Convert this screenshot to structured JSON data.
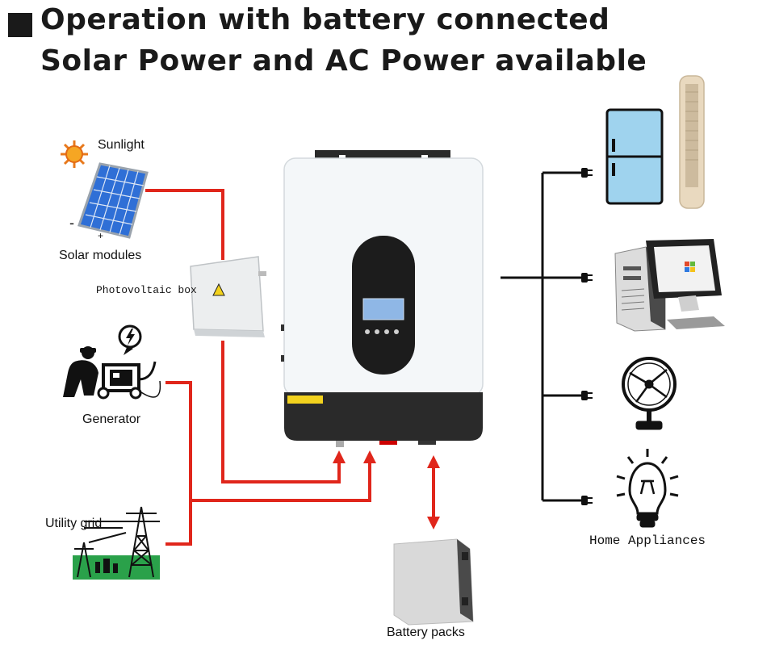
{
  "title": {
    "line1": "Operation with battery connected",
    "line2": "Solar Power and AC Power available"
  },
  "labels": {
    "sunlight": "Sunlight",
    "solar_modules": "Solar modules",
    "minus": "-",
    "plus": "+",
    "pv_box": "Photovoltaic box",
    "generator": "Generator",
    "utility_grid": "Utility grid",
    "battery_packs": "Battery packs",
    "home_appliances": "Home Appliances"
  },
  "colors": {
    "ac_line": "#e0261b",
    "load_line": "#111111",
    "inverter_body": "#f4f7f9",
    "inverter_base": "#2a2a2a",
    "fridge": "#9fd3ee",
    "solar_cell": "#2f6fd6",
    "grid_ground": "#2aa14a",
    "battery": "#d7d7d7"
  },
  "icons": [
    "sun-icon",
    "solar-panel-icon",
    "lightning-icon",
    "generator-icon",
    "power-tower-icon",
    "refrigerator-icon",
    "air-conditioner-icon",
    "computer-icon",
    "fan-icon",
    "light-bulb-icon",
    "plug-icon",
    "battery-icon",
    "inverter-icon",
    "pv-box-icon"
  ]
}
